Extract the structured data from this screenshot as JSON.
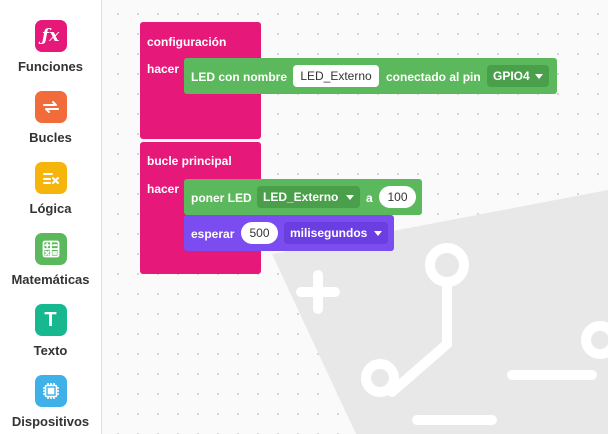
{
  "sidebar": {
    "items": [
      {
        "label": "Funciones",
        "icon": "function-icon",
        "color": "#e6197b"
      },
      {
        "label": "Bucles",
        "icon": "loop-icon",
        "color": "#f26b3a"
      },
      {
        "label": "Lógica",
        "icon": "logic-icon",
        "color": "#f5b50a"
      },
      {
        "label": "Matemáticas",
        "icon": "calculator-icon",
        "color": "#5cb85c"
      },
      {
        "label": "Texto",
        "icon": "text-icon",
        "color": "#17b890"
      },
      {
        "label": "Dispositivos",
        "icon": "device-icon",
        "color": "#3fb0e8"
      }
    ]
  },
  "blocks": {
    "setup": {
      "title": "configuración",
      "do_label": "hacer",
      "led_block": {
        "prefix": "LED con nombre",
        "name_value": "LED_Externo",
        "middle": "conectado al pin",
        "pin_value": "GPIO4"
      }
    },
    "loop": {
      "title": "bucle principal",
      "do_label": "hacer",
      "set_led": {
        "prefix": "poner LED",
        "led_value": "LED_Externo",
        "middle": "a",
        "level_value": "100"
      },
      "wait": {
        "prefix": "esperar",
        "amount_value": "500",
        "unit_value": "milisegundos"
      }
    }
  },
  "colors": {
    "functions": "#e6197b",
    "devices_block": "#5cb85c",
    "timing_block": "#7b4cf0"
  }
}
